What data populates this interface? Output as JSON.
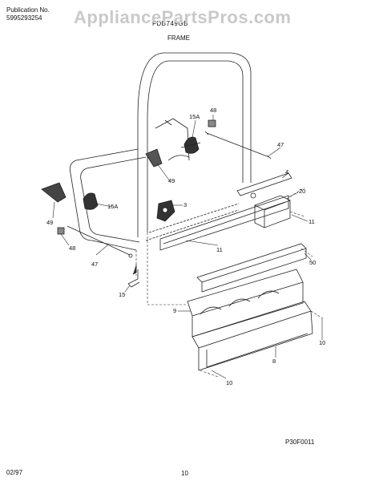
{
  "header": {
    "publication_label": "Publication No.",
    "publication_number": "5995293254",
    "model": "FDB749GB",
    "watermark": "AppliancePartsPros.com",
    "section_title": "FRAME"
  },
  "footer": {
    "figure_code": "P30F0011",
    "date": "02/97",
    "page_number": "10"
  },
  "callouts": {
    "c48_top": "48",
    "c15a_top": "15A",
    "c47_right": "47",
    "c4": "4",
    "c49_mid": "49",
    "c20": "20",
    "c3": "3",
    "c11_right": "11",
    "c49_left": "49",
    "c15a_left": "15A",
    "c11_mid": "11",
    "c50": "50",
    "c48_left": "48",
    "c47_left": "47",
    "c15": "15",
    "c9": "9",
    "c10_right": "10",
    "c8": "8",
    "c10_bottom": "10"
  }
}
